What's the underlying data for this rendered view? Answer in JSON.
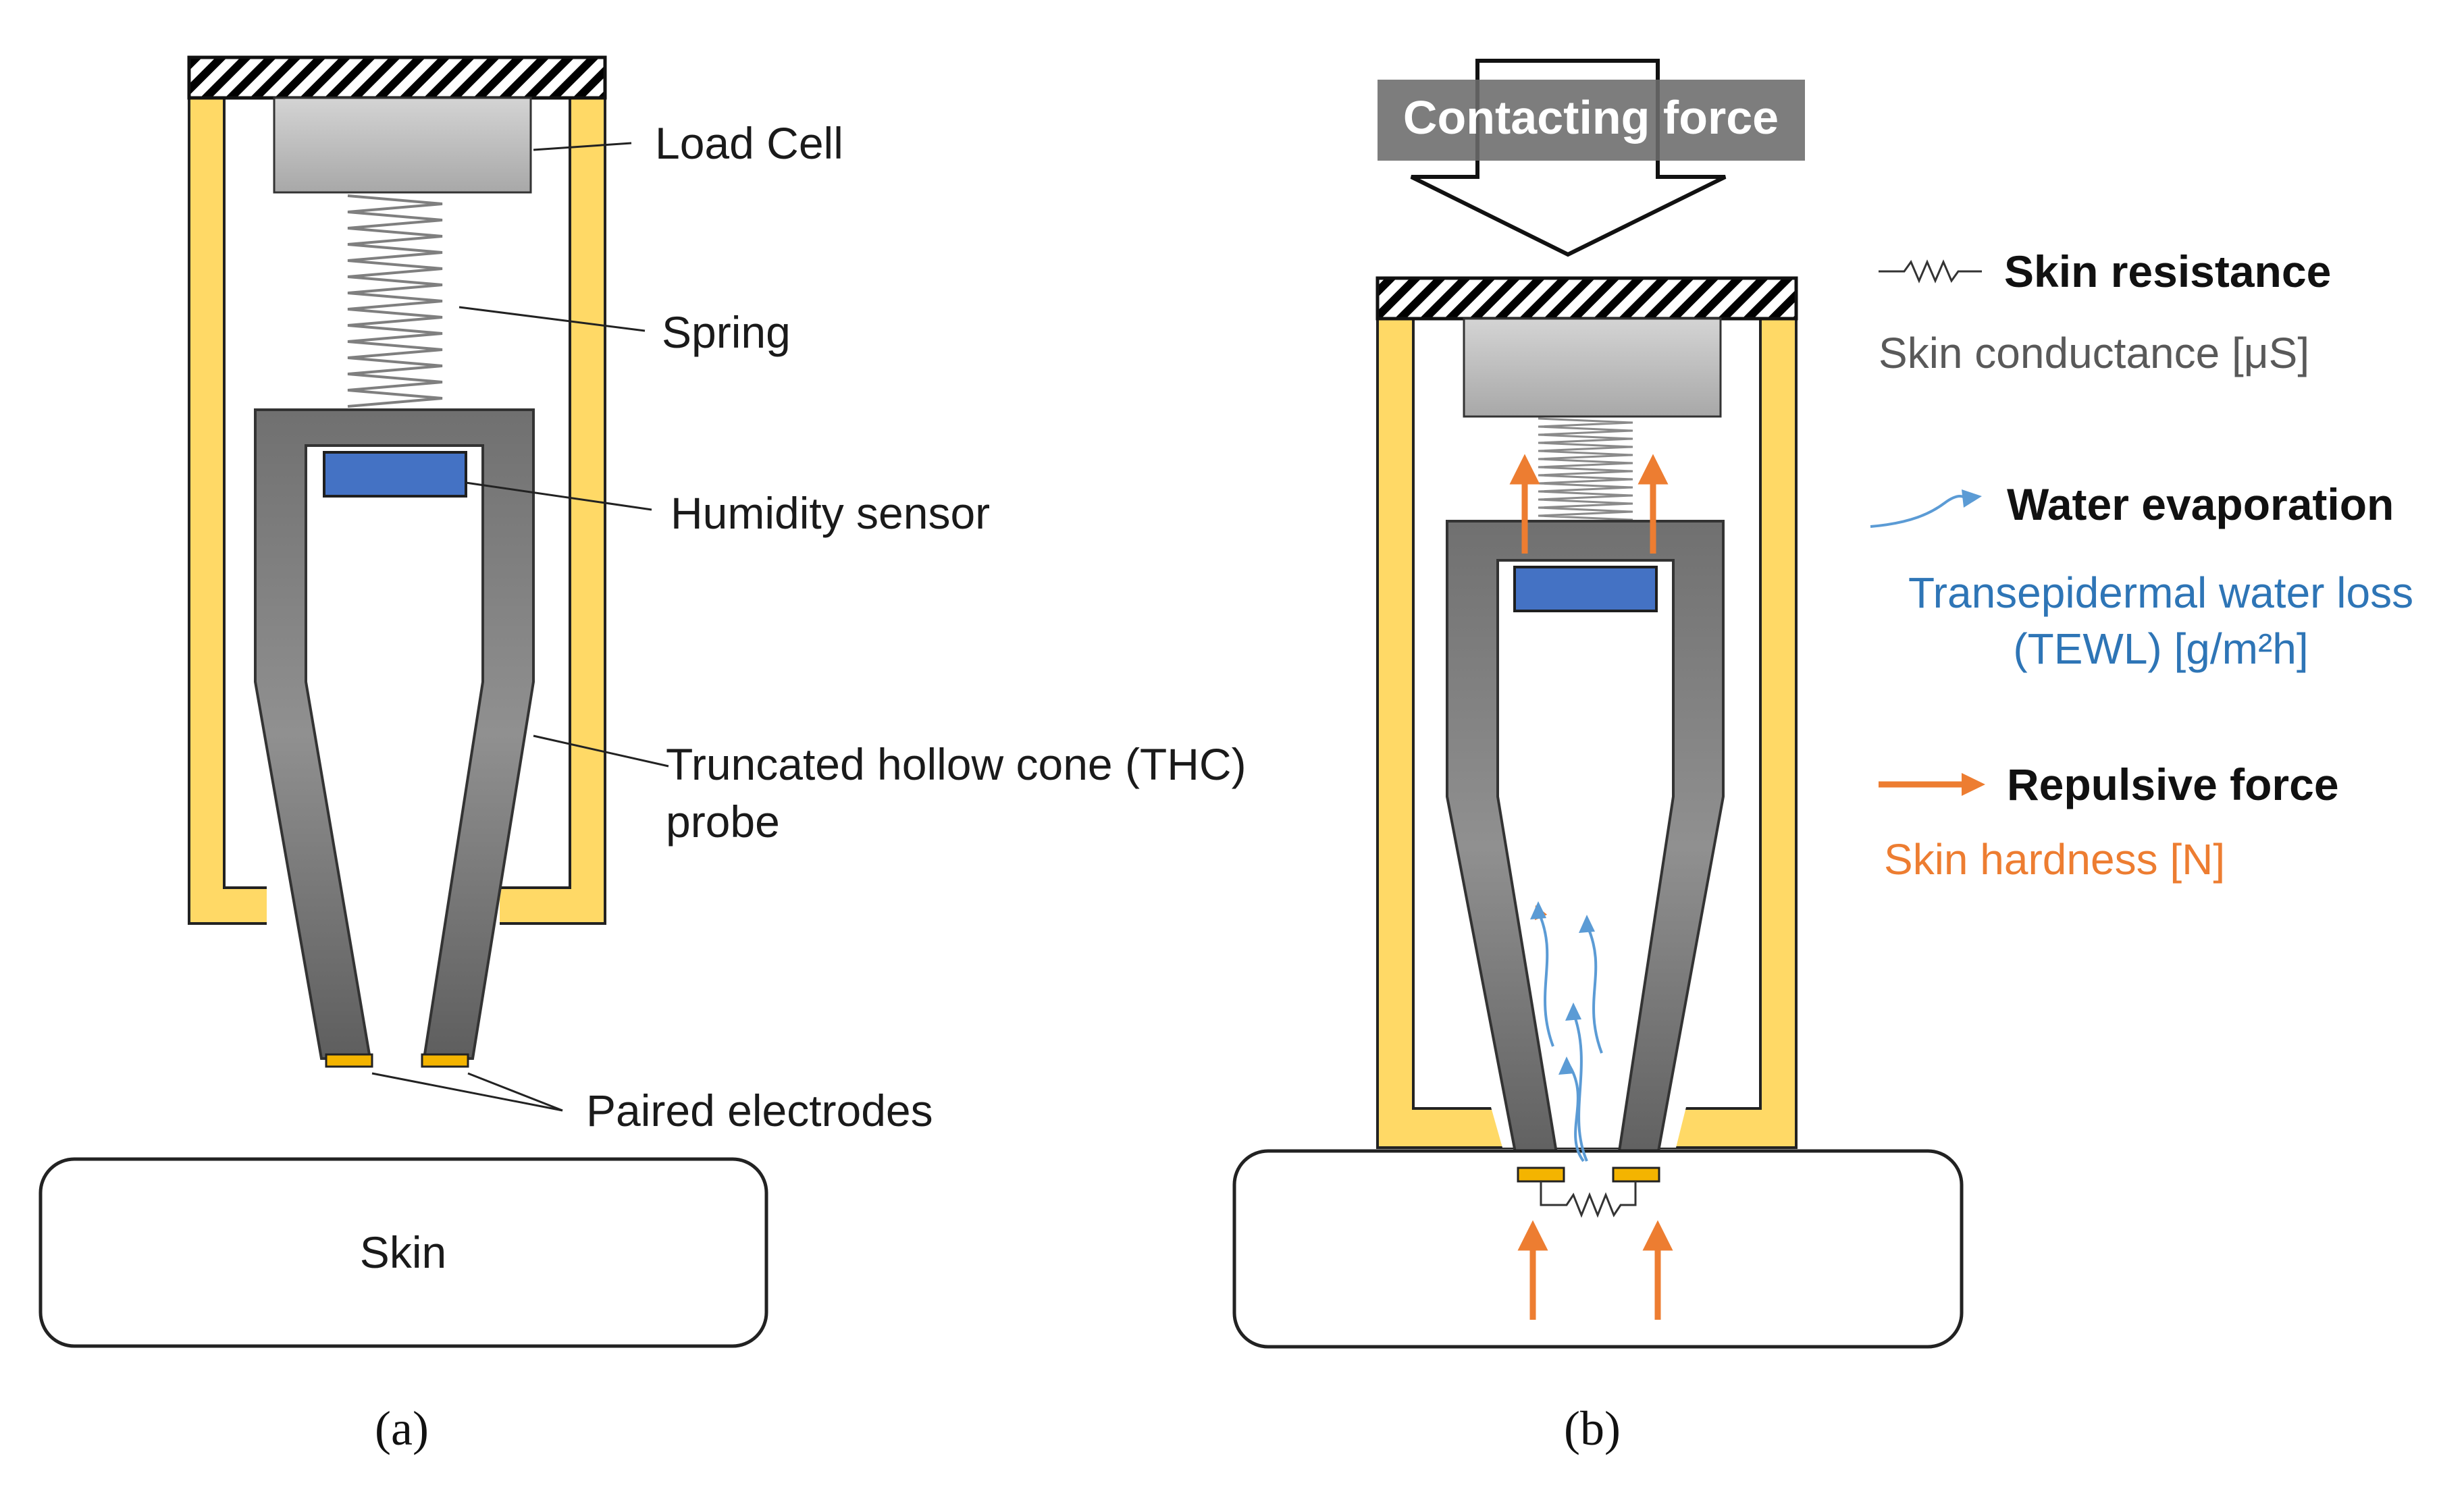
{
  "panel_a": {
    "labels": {
      "load_cell": "Load Cell",
      "spring": "Spring",
      "humidity_sensor": "Humidity sensor",
      "thc_line1": "Truncated hollow cone (THC)",
      "thc_line2": "probe",
      "paired_electrodes": "Paired electrodes",
      "skin": "Skin"
    },
    "caption": "(a)"
  },
  "panel_b": {
    "contacting_force": "Contacting force",
    "caption": "(b)",
    "legend": {
      "skin_resistance": {
        "title": "Skin resistance",
        "subtitle": "Skin conductance [μS]",
        "color": "#595959"
      },
      "water_evaporation": {
        "title": "Water evaporation",
        "subtitle_line1": "Transepidermal water loss",
        "subtitle_line2": "(TEWL) [g/m²h]",
        "color": "#2E75B6"
      },
      "repulsive_force": {
        "title": "Repulsive force",
        "subtitle": "Skin hardness [N]",
        "color": "#ED7D31"
      }
    }
  },
  "colors": {
    "housing": "#FFD966",
    "probe": "#8C8C8C",
    "sensor": "#4472C4",
    "load_cell": "#BFBFBF",
    "arrow_orange": "#ED7D31",
    "arrow_blue": "#5B9BD5"
  }
}
